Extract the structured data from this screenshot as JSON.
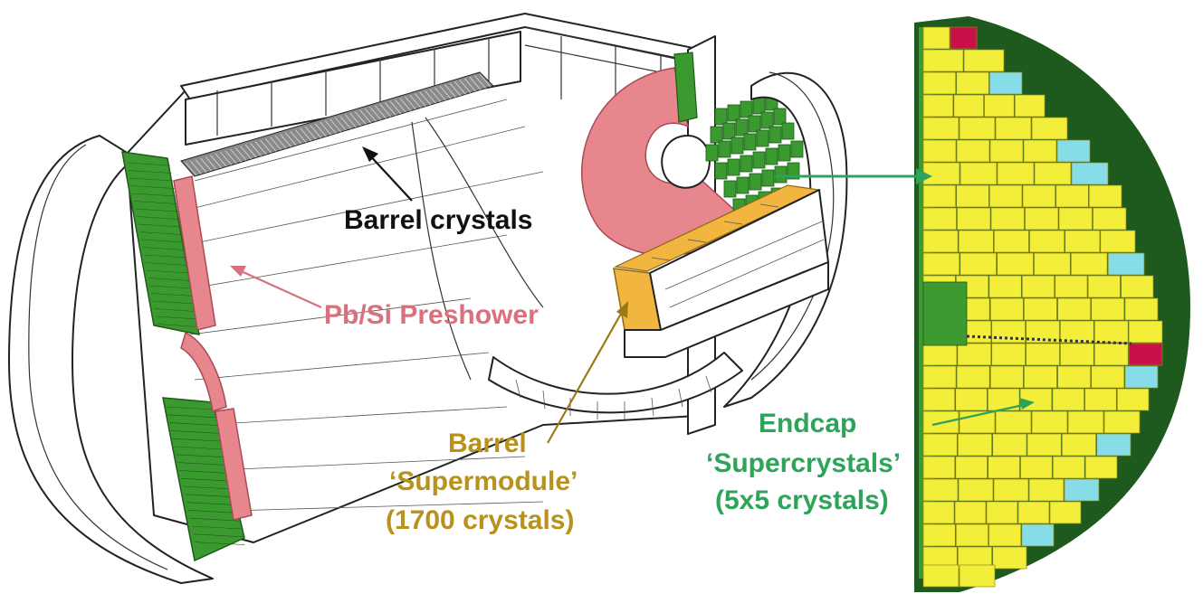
{
  "labels": {
    "barrel_crystals": "Barrel crystals",
    "preshower": "Pb/Si Preshower",
    "barrel_supermodule": [
      "Barrel",
      "‘Supermodule’",
      "(1700 crystals)"
    ],
    "endcap_supercrystals": [
      "Endcap",
      "‘Supercrystals’",
      "(5x5 crystals)"
    ]
  },
  "colors": {
    "preshower": "#e8868e",
    "supermodule": "#f2b640",
    "endcap_crystal": "#f2ee3a",
    "endcap_dark": "#1e5a1e",
    "endcap_green": "#3c9a30",
    "endcap_cyan": "#86dde8",
    "endcap_red": "#c8104a",
    "label_black": "#111111",
    "label_pink": "#d8707e",
    "label_gold": "#b8921c",
    "label_green": "#2ea35a"
  }
}
